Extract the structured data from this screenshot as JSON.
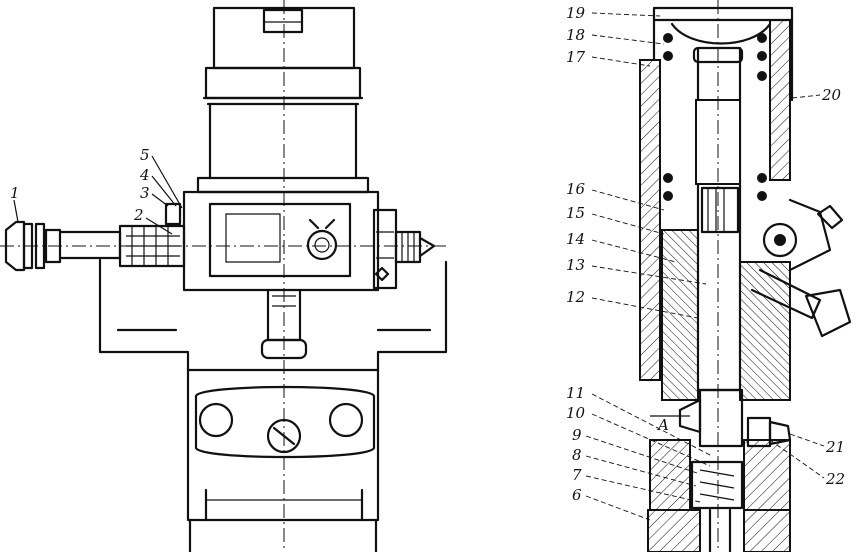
{
  "figure": {
    "left_view_labels": [
      "1",
      "2",
      "3",
      "4",
      "5"
    ],
    "right_view_labels": [
      "19",
      "18",
      "17",
      "20",
      "16",
      "15",
      "14",
      "13",
      "12",
      "11",
      "10",
      "9",
      "8",
      "7",
      "6",
      "21",
      "22"
    ],
    "section_marker": "A"
  }
}
